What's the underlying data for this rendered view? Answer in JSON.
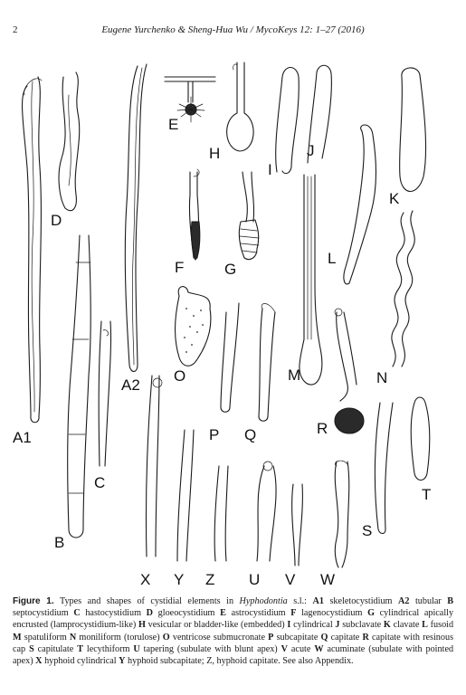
{
  "header": {
    "page_number": "2",
    "running_title": "Eugene Yurchenko & Sheng-Hua Wu  /  MycoKeys 12: 1–27 (2016)"
  },
  "figure": {
    "panel_labels": [
      "A1",
      "A2",
      "B",
      "C",
      "D",
      "E",
      "F",
      "G",
      "H",
      "I",
      "J",
      "K",
      "L",
      "M",
      "N",
      "O",
      "P",
      "Q",
      "R",
      "S",
      "T",
      "U",
      "V",
      "W",
      "X",
      "Y",
      "Z"
    ]
  },
  "caption": {
    "label": "Figure 1.",
    "intro": "Types and shapes of cystidial elements in",
    "genus": "Hyphodontia",
    "genus_suffix": "s.l.:",
    "items": [
      {
        "key": "A1",
        "text": "skeletocystidium"
      },
      {
        "key": "A2",
        "text": "tubular"
      },
      {
        "key": "B",
        "text": "septocystidium"
      },
      {
        "key": "C",
        "text": "hastocystidium"
      },
      {
        "key": "D",
        "text": "gloeocystidium"
      },
      {
        "key": "E",
        "text": "astrocystidium"
      },
      {
        "key": "F",
        "text": "lagenocystidium"
      },
      {
        "key": "G",
        "text": "cylindrical apically encrusted (lamprocystidium-like)"
      },
      {
        "key": "H",
        "text": "vesicular or bladder-like (embedded)"
      },
      {
        "key": "I",
        "text": "cylindrical"
      },
      {
        "key": "J",
        "text": "subclavate"
      },
      {
        "key": "K",
        "text": "clavate"
      },
      {
        "key": "L",
        "text": "fusoid"
      },
      {
        "key": "M",
        "text": "spatuliform"
      },
      {
        "key": "N",
        "text": "moniliform (torulose)"
      },
      {
        "key": "O",
        "text": "ventricose submucronate"
      },
      {
        "key": "P",
        "text": "subcapitate"
      },
      {
        "key": "Q",
        "text": "capitate"
      },
      {
        "key": "R",
        "text": "capitate with resinous cap"
      },
      {
        "key": "S",
        "text": "capitulate"
      },
      {
        "key": "T",
        "text": "lecythiform"
      },
      {
        "key": "U",
        "text": "tapering (subulate with blunt apex)"
      },
      {
        "key": "V",
        "text": "acute"
      },
      {
        "key": "W",
        "text": "acuminate (subulate with pointed apex)"
      },
      {
        "key": "X",
        "text": "hyphoid cylindrical"
      },
      {
        "key": "Y",
        "text": "hyphoid subcapitate;"
      },
      {
        "key": "Z",
        "text": "Z, hyphoid capitate. See also Appendix.",
        "nokey": true
      }
    ]
  }
}
